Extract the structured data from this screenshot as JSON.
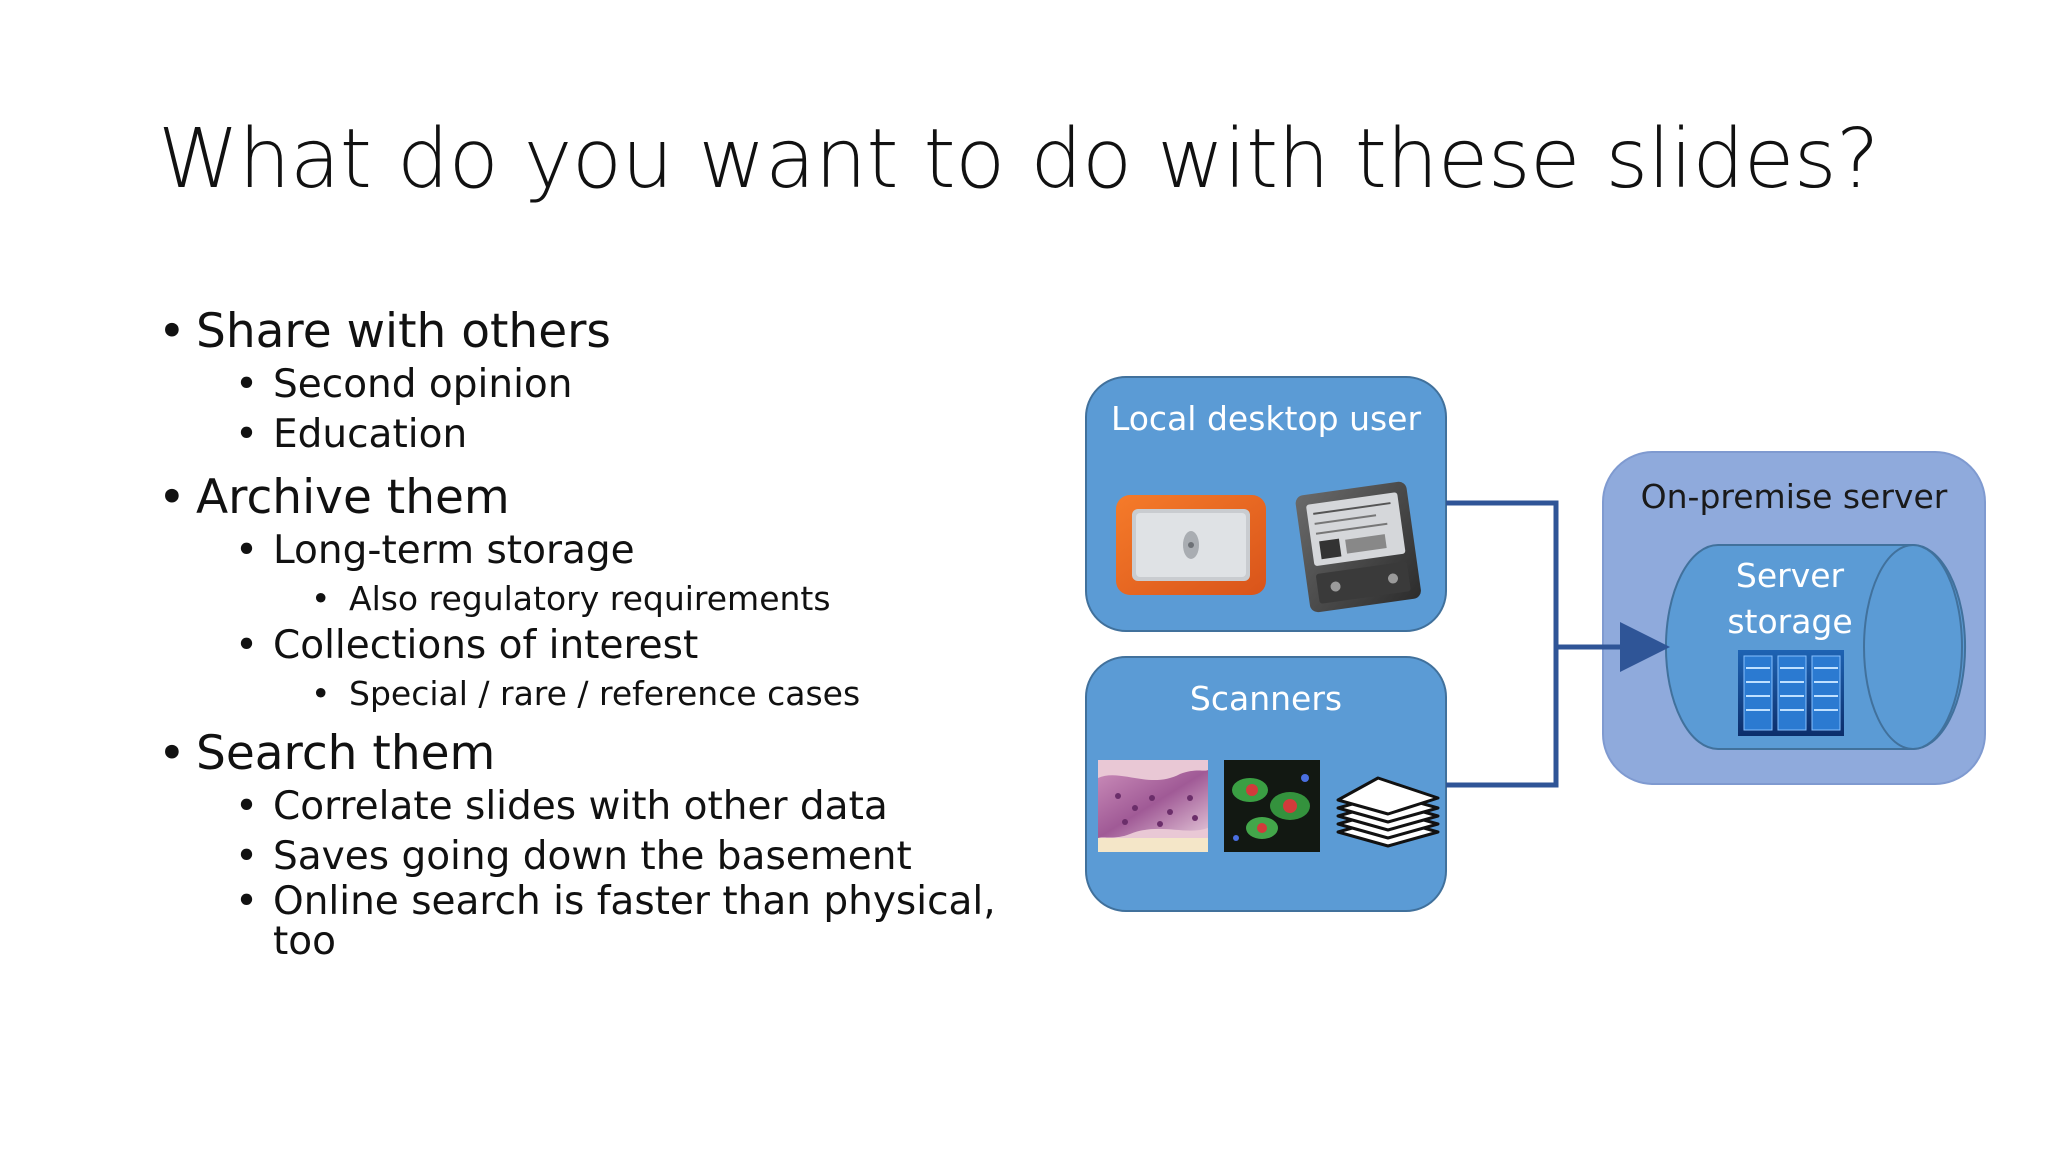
{
  "slide": {
    "title": "What do you want to do with these slides?"
  },
  "bullets": [
    {
      "level": 1,
      "text": "Share with others"
    },
    {
      "level": 2,
      "text": "Second opinion"
    },
    {
      "level": 2,
      "text": "Education"
    },
    {
      "level": 1,
      "text": "Archive them"
    },
    {
      "level": 2,
      "text": "Long-term storage"
    },
    {
      "level": 3,
      "text": "Also regulatory requirements"
    },
    {
      "level": 2,
      "text": "Collections of interest"
    },
    {
      "level": 3,
      "text": "Special / rare / reference cases"
    },
    {
      "level": 1,
      "text": "Search them"
    },
    {
      "level": 2,
      "text": "Correlate slides with other data"
    },
    {
      "level": 2,
      "text": "Saves going down the basement"
    },
    {
      "level": 2,
      "text": "Online search is faster than physical, too"
    }
  ],
  "diagram": {
    "local_desktop_label": "Local desktop user",
    "scanners_label": "Scanners",
    "server_label": "On-premise server",
    "storage_label_line1": "Server",
    "storage_label_line2": "storage",
    "colors": {
      "box_fill": "#5b9bd5",
      "box_stroke": "#41719c",
      "server_fill": "#8faadc",
      "connector": "#2f5597"
    },
    "icons": [
      "external-drive-icon",
      "hard-disk-icon",
      "tissue-image-icon",
      "fluorescence-image-icon",
      "slide-stack-icon",
      "server-rack-icon"
    ]
  }
}
